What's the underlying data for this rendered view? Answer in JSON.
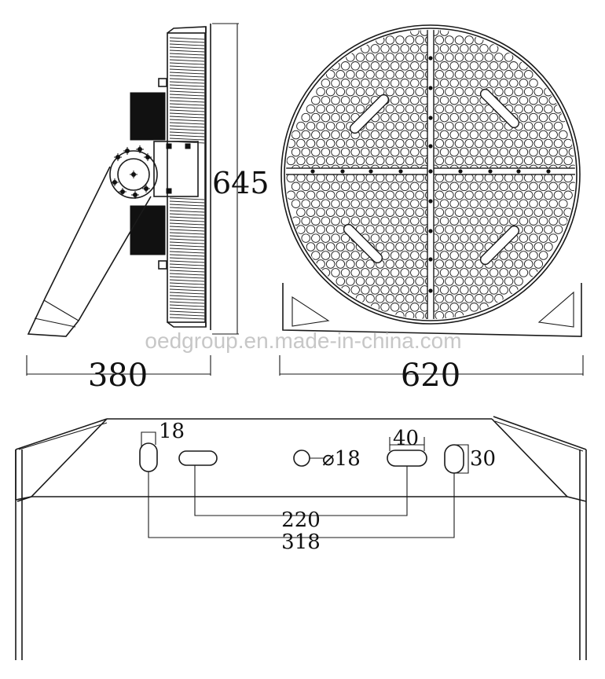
{
  "watermark": "oedgroup.en.made-in-china.com",
  "side_view": {
    "height_dim": "645",
    "depth_dim": "380"
  },
  "front_view": {
    "width_dim": "620"
  },
  "bracket_view": {
    "slot_left_dim": "18",
    "hole_dim": "⌀18",
    "slot_width_dim": "40",
    "slot_height_dim": "30",
    "span_inner_dim": "220",
    "span_outer_dim": "318"
  }
}
